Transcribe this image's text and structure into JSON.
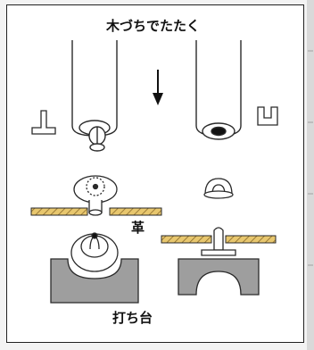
{
  "labels": {
    "mallet": "木づちでたたく",
    "leather": "革",
    "anvil": "打ち台"
  },
  "colors": {
    "stroke": "#2a2a2a",
    "leather": "#e8c76e",
    "hatch": "#8a6a2a",
    "anvil": "#9e9e9e",
    "metal": "#ffffff",
    "background": "#ffffff"
  },
  "icons": {
    "arrow": "down-arrow-icon",
    "tool_left": "snap-setter-tool-left",
    "tool_right": "snap-setter-tool-right"
  }
}
